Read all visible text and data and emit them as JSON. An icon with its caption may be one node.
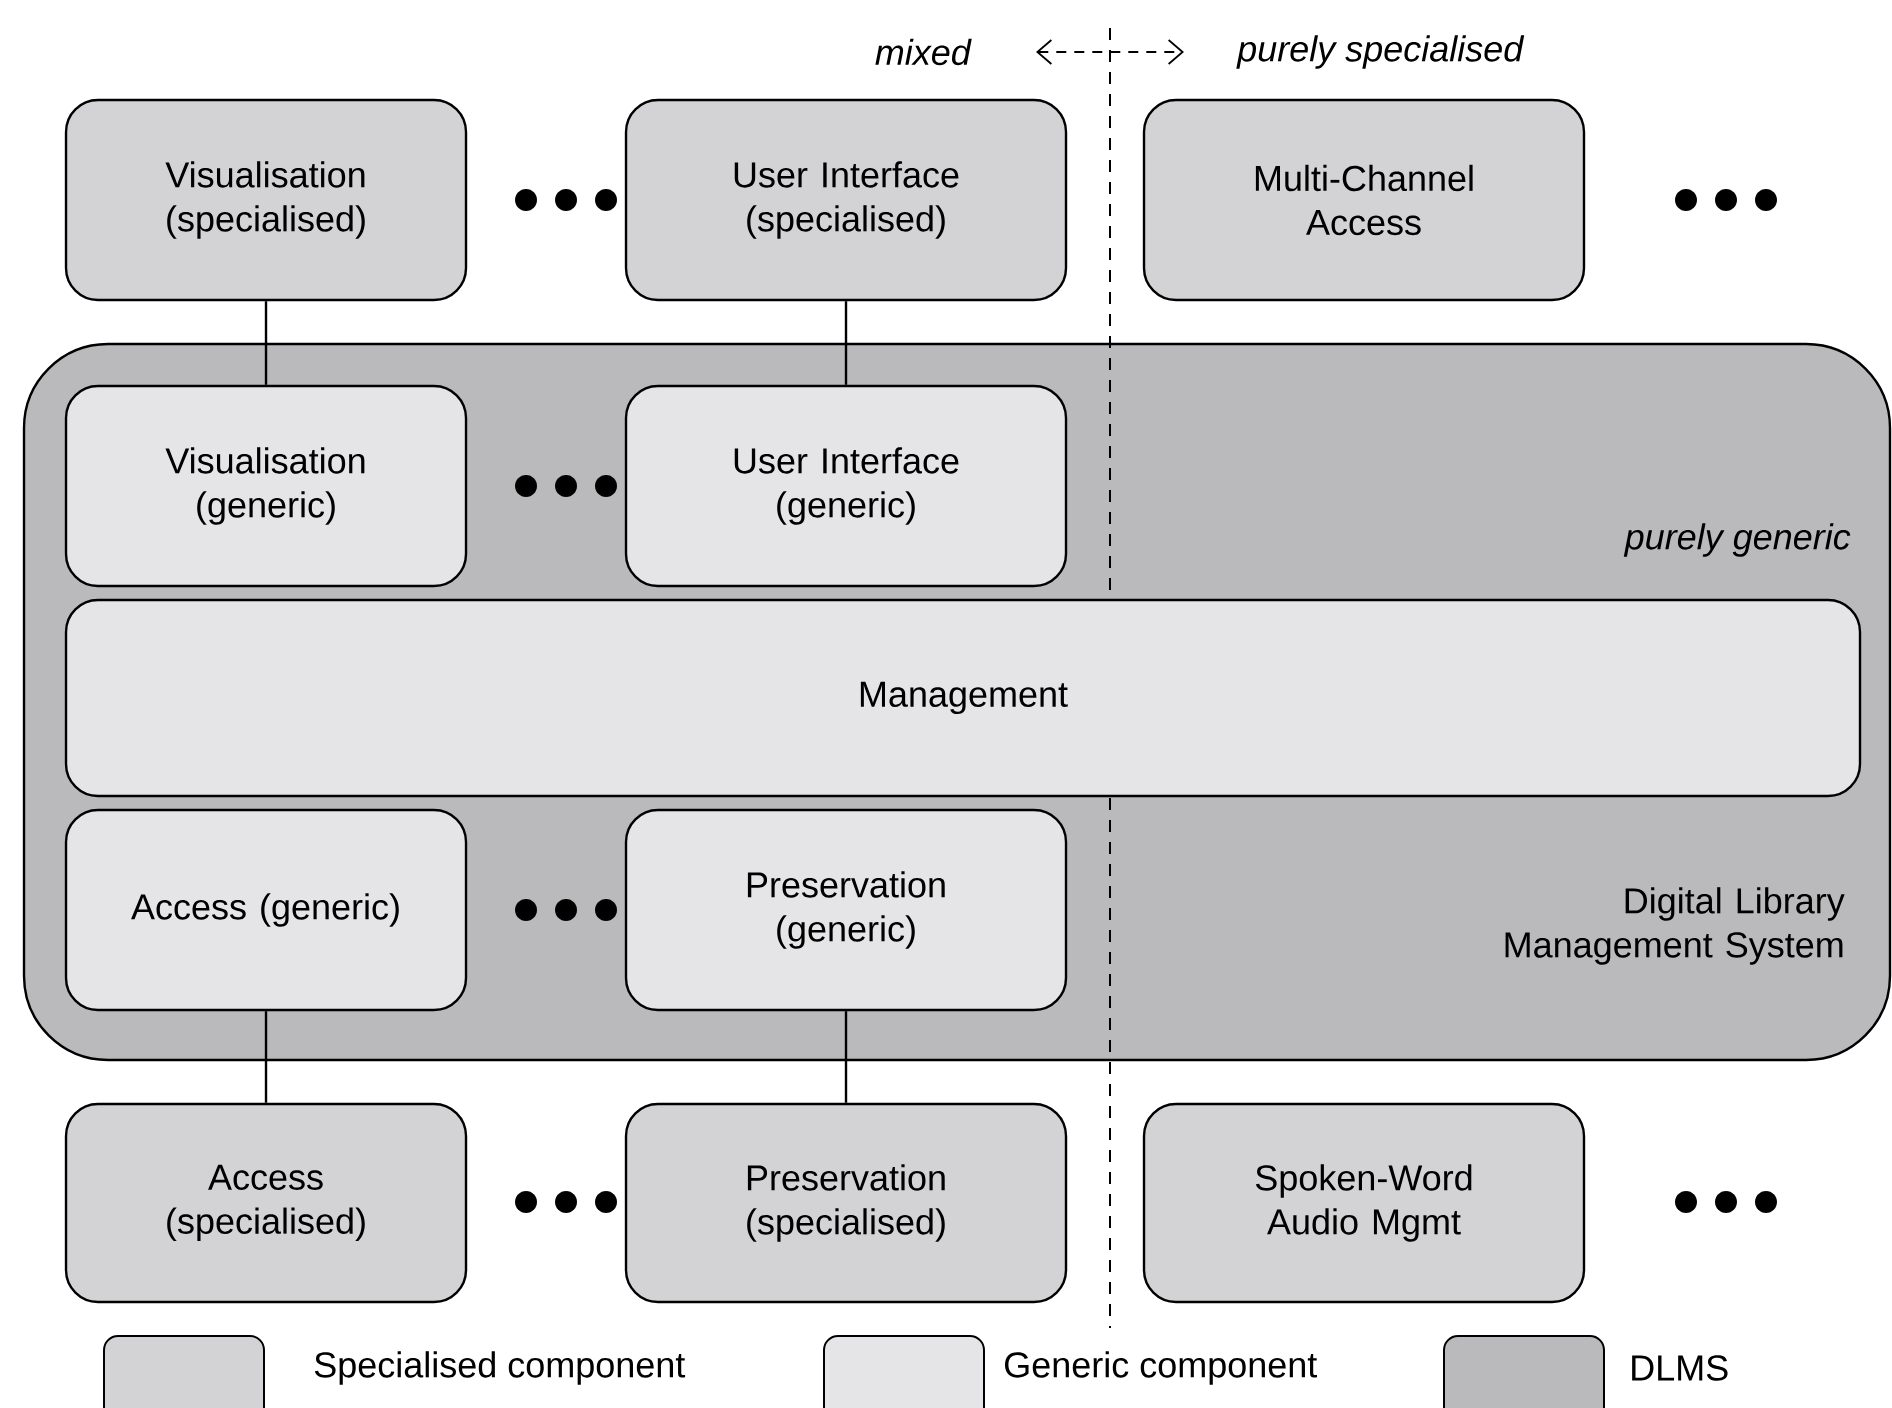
{
  "diagram": {
    "nodes": [
      {
        "text": [
          "Digital Library Management System"
        ]
      },
      {
        "text": [
          "Visualisation (specialised)"
        ]
      },
      {
        "text": [
          "User Interface (specialised)"
        ]
      },
      {
        "text": [
          "Multi-Channel Access"
        ]
      },
      {
        "text": [
          "Visualisation (generic)"
        ],
        "in": 0
      },
      {
        "text": [
          "User Interface (generic)"
        ],
        "in": 0
      },
      {
        "text": [
          "Management"
        ],
        "in": 0
      },
      {
        "text": [
          "Access (generic)"
        ],
        "in": 0
      },
      {
        "text": [
          "Preservation (generic)"
        ],
        "in": 0
      },
      {
        "text": [
          "Access (specialised)"
        ]
      },
      {
        "text": [
          "Preservation (specialised)"
        ]
      },
      {
        "text": [
          "Spoken-Word Audio Mgmt"
        ]
      }
    ],
    "edges": [
      {
        "from": 1,
        "to": 4,
        "arrow": "none"
      },
      {
        "from": 2,
        "to": 5,
        "arrow": "none"
      },
      {
        "from": 7,
        "to": 9,
        "arrow": "none"
      },
      {
        "from": 8,
        "to": 10,
        "arrow": "none"
      }
    ],
    "labels": [
      "mixed",
      "purely specialised",
      "purely generic"
    ],
    "legend": [
      {
        "text": "Specialised component",
        "color": "#d3d3d5"
      },
      {
        "text": "Generic component",
        "color": "#e5e5e7"
      },
      {
        "text": "DLMS",
        "color": "#bababc"
      }
    ]
  }
}
